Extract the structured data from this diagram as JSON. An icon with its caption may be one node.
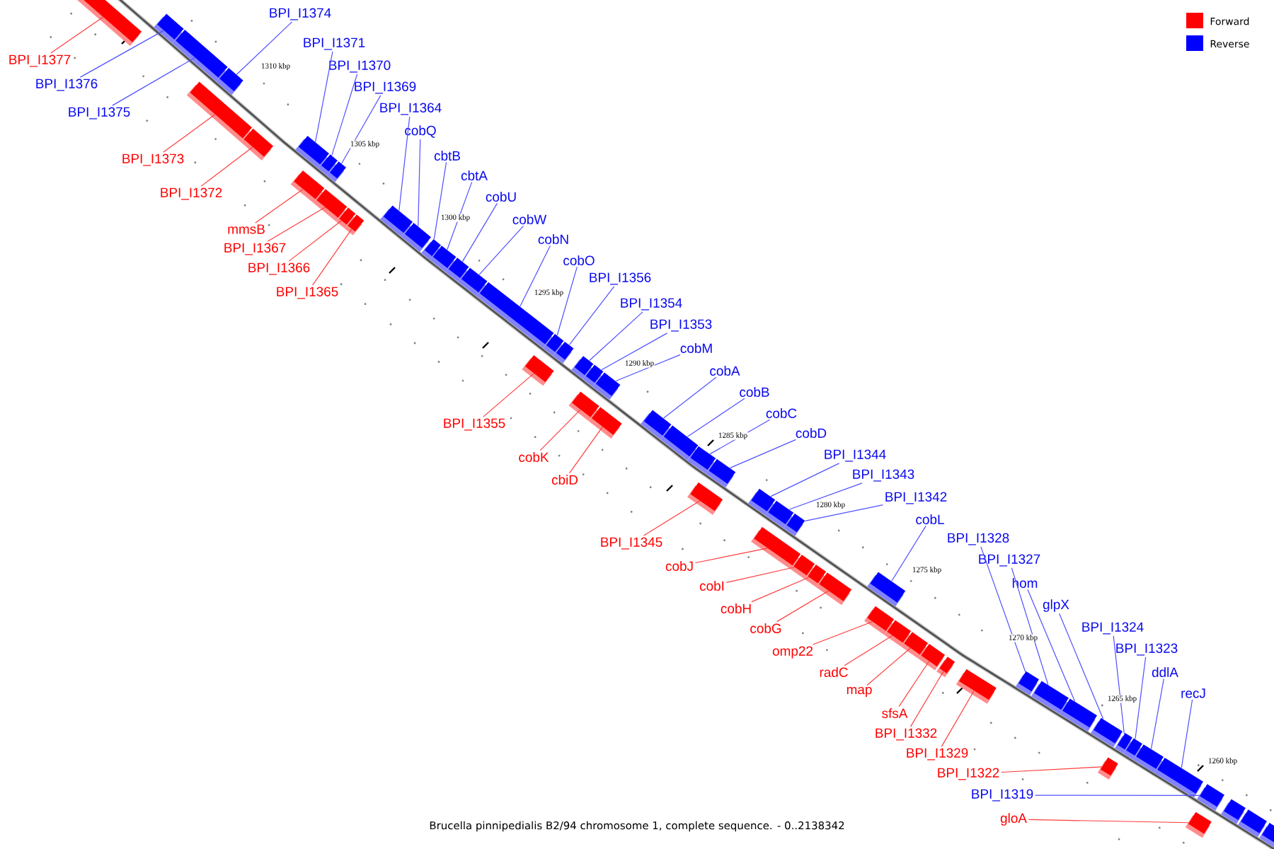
{
  "diagram": {
    "caption": "Brucella pinnipedialis B2/94 chromosome 1, complete sequence. - 0..2138342",
    "nodes": [
      {
        "text": [
          "BPI_I1377"
        ]
      },
      {
        "text": [],
        "shape": "bar"
      },
      {
        "text": [
          "BPI_I1376"
        ]
      },
      {
        "text": [],
        "shape": "bar"
      },
      {
        "text": [
          "BPI_I1375"
        ]
      },
      {
        "text": [],
        "shape": "bar"
      },
      {
        "text": [
          "BPI_I1374"
        ]
      },
      {
        "text": [],
        "shape": "bar"
      },
      {
        "text": [
          "BPI_I1373"
        ]
      },
      {
        "text": [],
        "shape": "bar"
      },
      {
        "text": [
          "BPI_I1372"
        ]
      },
      {
        "text": [],
        "shape": "bar"
      },
      {
        "text": [
          "BPI_I1371"
        ]
      },
      {
        "text": [],
        "shape": "bar"
      },
      {
        "text": [
          "BPI_I1370"
        ]
      },
      {
        "text": [],
        "shape": "bar"
      },
      {
        "text": [
          "BPI_I1369"
        ]
      },
      {
        "text": [],
        "shape": "bar"
      },
      {
        "text": [
          "mmsB"
        ]
      },
      {
        "text": [],
        "shape": "bar"
      },
      {
        "text": [
          "BPI_I1367"
        ]
      },
      {
        "text": [],
        "shape": "bar"
      },
      {
        "text": [
          "BPI_I1366"
        ]
      },
      {
        "text": [],
        "shape": "bar"
      },
      {
        "text": [
          "BPI_I1365"
        ]
      },
      {
        "text": [],
        "shape": "bar"
      },
      {
        "text": [
          "BPI_I1364"
        ]
      },
      {
        "text": [],
        "shape": "bar"
      },
      {
        "text": [
          "cobQ"
        ]
      },
      {
        "text": [],
        "shape": "bar"
      },
      {
        "text": [
          "cbtB"
        ]
      },
      {
        "text": [],
        "shape": "bar"
      },
      {
        "text": [
          "cbtA"
        ]
      },
      {
        "text": [],
        "shape": "bar"
      },
      {
        "text": [
          "cobU"
        ]
      },
      {
        "text": [],
        "shape": "bar"
      },
      {
        "text": [
          "cobW"
        ]
      },
      {
        "text": [],
        "shape": "bar"
      },
      {
        "text": [
          "cobN"
        ]
      },
      {
        "text": [],
        "shape": "bar"
      },
      {
        "text": [
          "cobO"
        ]
      },
      {
        "text": [],
        "shape": "bar"
      },
      {
        "text": [
          "BPI_I1356"
        ]
      },
      {
        "text": [],
        "shape": "bar"
      },
      {
        "text": [
          "BPI_I1355"
        ]
      },
      {
        "text": [],
        "shape": "bar"
      },
      {
        "text": [
          "BPI_I1354"
        ]
      },
      {
        "text": [],
        "shape": "bar"
      },
      {
        "text": [
          "BPI_I1353"
        ]
      },
      {
        "text": [],
        "shape": "bar"
      },
      {
        "text": [
          "cobM"
        ]
      },
      {
        "text": [],
        "shape": "bar"
      },
      {
        "text": [
          "cobK"
        ]
      },
      {
        "text": [],
        "shape": "bar"
      },
      {
        "text": [
          "cbiD"
        ]
      },
      {
        "text": [],
        "shape": "bar"
      },
      {
        "text": [
          "cobA"
        ]
      },
      {
        "text": [],
        "shape": "bar"
      },
      {
        "text": [
          "cobB"
        ]
      },
      {
        "text": [],
        "shape": "bar"
      },
      {
        "text": [
          "cobC"
        ]
      },
      {
        "text": [],
        "shape": "bar"
      },
      {
        "text": [
          "cobD"
        ]
      },
      {
        "text": [],
        "shape": "bar"
      },
      {
        "text": [
          "BPI_I1345"
        ]
      },
      {
        "text": [],
        "shape": "bar"
      },
      {
        "text": [
          "BPI_I1344"
        ]
      },
      {
        "text": [],
        "shape": "bar"
      },
      {
        "text": [
          "BPI_I1343"
        ]
      },
      {
        "text": [],
        "shape": "bar"
      },
      {
        "text": [
          "BPI_I1342"
        ]
      },
      {
        "text": [],
        "shape": "bar"
      },
      {
        "text": [
          "cobJ"
        ]
      },
      {
        "text": [],
        "shape": "bar"
      },
      {
        "text": [
          "cobI"
        ]
      },
      {
        "text": [],
        "shape": "bar"
      },
      {
        "text": [
          "cobH"
        ]
      },
      {
        "text": [],
        "shape": "bar"
      },
      {
        "text": [
          "cobG"
        ]
      },
      {
        "text": [],
        "shape": "bar"
      },
      {
        "text": [
          "cobL"
        ]
      },
      {
        "text": [],
        "shape": "bar"
      },
      {
        "text": [
          "omp22"
        ]
      },
      {
        "text": [],
        "shape": "bar"
      },
      {
        "text": [
          "radC"
        ]
      },
      {
        "text": [],
        "shape": "bar"
      },
      {
        "text": [
          "map"
        ]
      },
      {
        "text": [],
        "shape": "bar"
      },
      {
        "text": [
          "sfsA"
        ]
      },
      {
        "text": [],
        "shape": "bar"
      },
      {
        "text": [
          "BPI_I1332"
        ]
      },
      {
        "text": [],
        "shape": "bar"
      },
      {
        "text": [
          "BPI_I1329"
        ]
      },
      {
        "text": [],
        "shape": "bar"
      },
      {
        "text": [
          "BPI_I1328"
        ]
      },
      {
        "text": [],
        "shape": "bar"
      },
      {
        "text": [
          "BPI_I1327"
        ]
      },
      {
        "text": [],
        "shape": "bar"
      },
      {
        "text": [
          "hom"
        ]
      },
      {
        "text": [],
        "shape": "bar"
      },
      {
        "text": [
          "glpX"
        ]
      },
      {
        "text": [],
        "shape": "bar"
      },
      {
        "text": [
          "BPI_I1324"
        ]
      },
      {
        "text": [],
        "shape": "bar"
      },
      {
        "text": [
          "BPI_I1323"
        ]
      },
      {
        "text": [],
        "shape": "bar"
      },
      {
        "text": [
          "ddlA"
        ]
      },
      {
        "text": [],
        "shape": "bar"
      },
      {
        "text": [
          "recJ"
        ]
      },
      {
        "text": [],
        "shape": "bar"
      },
      {
        "text": [
          "BPI_I1322"
        ]
      },
      {
        "text": [],
        "shape": "bar"
      },
      {
        "text": [
          "BPI_I1319"
        ]
      },
      {
        "text": [],
        "shape": "bar"
      },
      {
        "text": [
          "gloA"
        ]
      },
      {
        "text": [],
        "shape": "bar"
      },
      {
        "text": [],
        "shape": "bar"
      },
      {
        "text": [],
        "shape": "bar"
      },
      {
        "text": [],
        "shape": "bar"
      }
    ],
    "edges": [
      {
        "from": 0,
        "to": 1,
        "arrow": "none",
        "color": "#ff3c3c"
      },
      {
        "from": 2,
        "to": 3,
        "arrow": "none"
      },
      {
        "from": 4,
        "to": 5,
        "arrow": "none"
      },
      {
        "from": 6,
        "to": 7,
        "arrow": "none"
      },
      {
        "from": 8,
        "to": 9,
        "arrow": "none",
        "color": "#ff3c3c"
      },
      {
        "from": 10,
        "to": 11,
        "arrow": "none",
        "color": "#ff3c3c"
      },
      {
        "from": 12,
        "to": 13,
        "arrow": "none"
      },
      {
        "from": 14,
        "to": 15,
        "arrow": "none"
      },
      {
        "from": 16,
        "to": 17,
        "arrow": "none"
      },
      {
        "from": 18,
        "to": 19,
        "arrow": "none",
        "color": "#ff3c3c"
      },
      {
        "from": 20,
        "to": 21,
        "arrow": "none",
        "color": "#ff3c3c"
      },
      {
        "from": 22,
        "to": 23,
        "arrow": "none",
        "color": "#ff3c3c"
      },
      {
        "from": 24,
        "to": 25,
        "arrow": "none",
        "color": "#ff3c3c"
      },
      {
        "from": 26,
        "to": 27,
        "arrow": "none"
      },
      {
        "from": 28,
        "to": 29,
        "arrow": "none"
      },
      {
        "from": 30,
        "to": 31,
        "arrow": "none"
      },
      {
        "from": 32,
        "to": 33,
        "arrow": "none"
      },
      {
        "from": 34,
        "to": 35,
        "arrow": "none"
      },
      {
        "from": 36,
        "to": 37,
        "arrow": "none"
      },
      {
        "from": 38,
        "to": 39,
        "arrow": "none"
      },
      {
        "from": 40,
        "to": 41,
        "arrow": "none"
      },
      {
        "from": 42,
        "to": 43,
        "arrow": "none"
      },
      {
        "from": 44,
        "to": 45,
        "arrow": "none",
        "color": "#ff3c3c"
      },
      {
        "from": 46,
        "to": 47,
        "arrow": "none"
      },
      {
        "from": 48,
        "to": 49,
        "arrow": "none"
      },
      {
        "from": 50,
        "to": 51,
        "arrow": "none"
      },
      {
        "from": 52,
        "to": 53,
        "arrow": "none",
        "color": "#ff3c3c"
      },
      {
        "from": 54,
        "to": 55,
        "arrow": "none",
        "color": "#ff3c3c"
      },
      {
        "from": 56,
        "to": 57,
        "arrow": "none"
      },
      {
        "from": 58,
        "to": 59,
        "arrow": "none"
      },
      {
        "from": 60,
        "to": 61,
        "arrow": "none"
      },
      {
        "from": 62,
        "to": 63,
        "arrow": "none"
      },
      {
        "from": 64,
        "to": 65,
        "arrow": "none",
        "color": "#ff3c3c"
      },
      {
        "from": 66,
        "to": 67,
        "arrow": "none"
      },
      {
        "from": 68,
        "to": 69,
        "arrow": "none"
      },
      {
        "from": 70,
        "to": 71,
        "arrow": "none"
      },
      {
        "from": 72,
        "to": 73,
        "arrow": "none",
        "color": "#ff3c3c"
      },
      {
        "from": 74,
        "to": 75,
        "arrow": "none",
        "color": "#ff3c3c"
      },
      {
        "from": 76,
        "to": 77,
        "arrow": "none",
        "color": "#ff3c3c"
      },
      {
        "from": 78,
        "to": 79,
        "arrow": "none",
        "color": "#ff3c3c"
      },
      {
        "from": 80,
        "to": 81,
        "arrow": "none"
      },
      {
        "from": 82,
        "to": 83,
        "arrow": "none",
        "color": "#ff3c3c"
      },
      {
        "from": 84,
        "to": 85,
        "arrow": "none",
        "color": "#ff3c3c"
      },
      {
        "from": 86,
        "to": 87,
        "arrow": "none",
        "color": "#ff3c3c"
      },
      {
        "from": 88,
        "to": 89,
        "arrow": "none",
        "color": "#ff3c3c"
      },
      {
        "from": 90,
        "to": 91,
        "arrow": "none",
        "color": "#ff3c3c"
      },
      {
        "from": 92,
        "to": 93,
        "arrow": "none",
        "color": "#ff3c3c"
      },
      {
        "from": 94,
        "to": 95,
        "arrow": "none"
      },
      {
        "from": 96,
        "to": 97,
        "arrow": "none"
      },
      {
        "from": 98,
        "to": 99,
        "arrow": "none"
      },
      {
        "from": 100,
        "to": 101,
        "arrow": "none"
      },
      {
        "from": 102,
        "to": 103,
        "arrow": "none"
      },
      {
        "from": 104,
        "to": 105,
        "arrow": "none"
      },
      {
        "from": 106,
        "to": 107,
        "arrow": "none"
      },
      {
        "from": 108,
        "to": 109,
        "arrow": "none"
      },
      {
        "from": 110,
        "to": 111,
        "arrow": "none",
        "color": "#ff3c3c"
      },
      {
        "from": 112,
        "to": 113,
        "arrow": "none"
      },
      {
        "from": 114,
        "to": 115,
        "arrow": "none",
        "color": "#ff3c3c"
      }
    ],
    "labels": [
      "1310 kbp",
      "1305 kbp",
      "1300 kbp",
      "1295 kbp",
      "1290 kbp",
      "1285 kbp",
      "1280 kbp",
      "1275 kbp",
      "1270 kbp",
      "1265 kbp",
      "1260 kbp"
    ],
    "legend": [
      {
        "text": "Forward",
        "color": "#ff0000"
      },
      {
        "text": "Reverse",
        "color": "#0000ff"
      }
    ]
  }
}
